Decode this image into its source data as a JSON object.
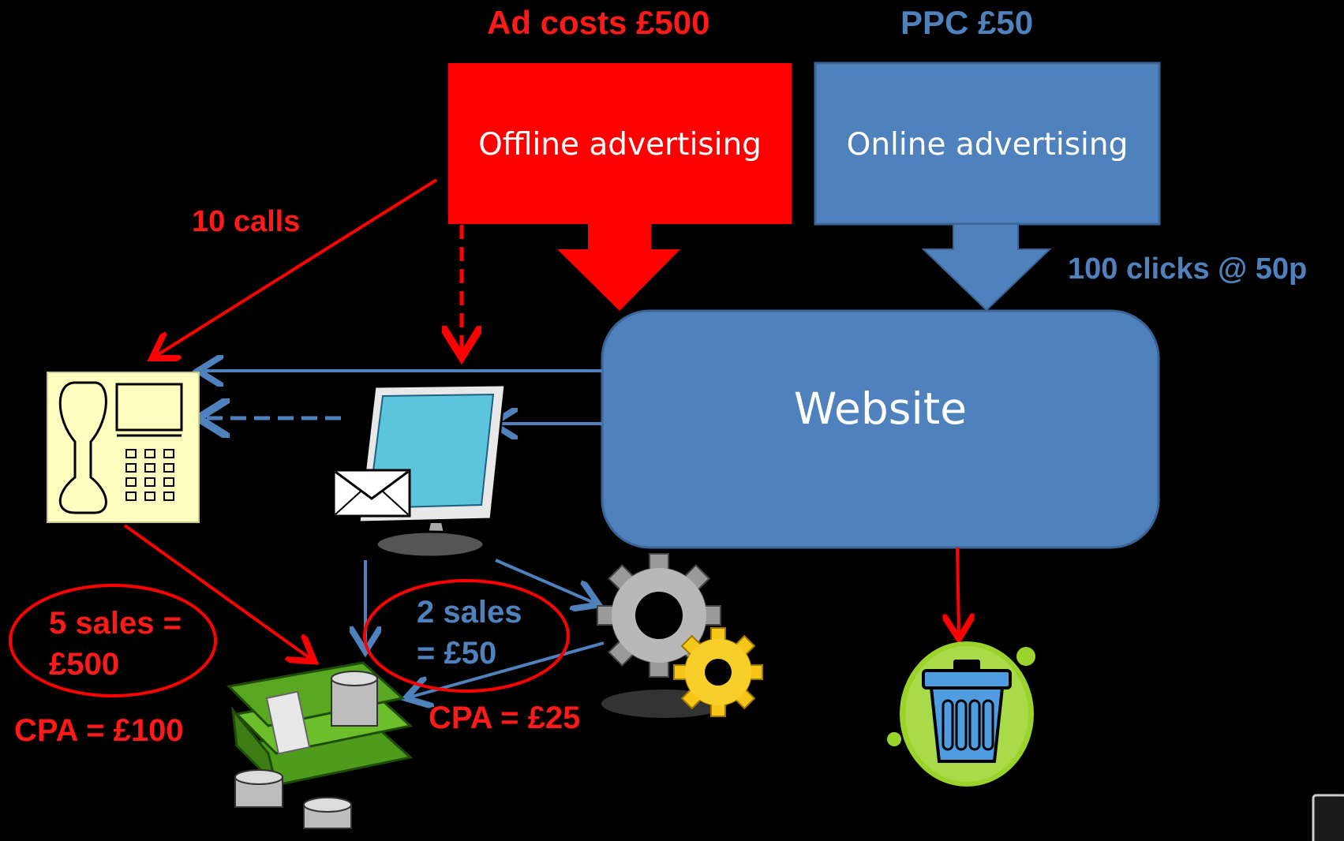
{
  "labels": {
    "ad_costs": "Ad costs £500",
    "ppc": "PPC  £50",
    "calls": "10 calls",
    "clicks": "100 clicks @ 50p",
    "sales_offline_l1": "5 sales =",
    "sales_offline_l2": "£500",
    "cpa_offline": "CPA = £100",
    "sales_online_l1": "2 sales",
    "sales_online_l2": "= £50",
    "cpa_online": "CPA = £25"
  },
  "boxes": {
    "offline": "Offline advertising",
    "online": "Online advertising",
    "website": "Website"
  },
  "icons": [
    "phone-icon",
    "computer-email-icon",
    "gears-icon",
    "money-icon",
    "trash-bin-icon"
  ],
  "colors": {
    "offline": "#ff0000",
    "online": "#4f81bd",
    "background": "#000000"
  }
}
